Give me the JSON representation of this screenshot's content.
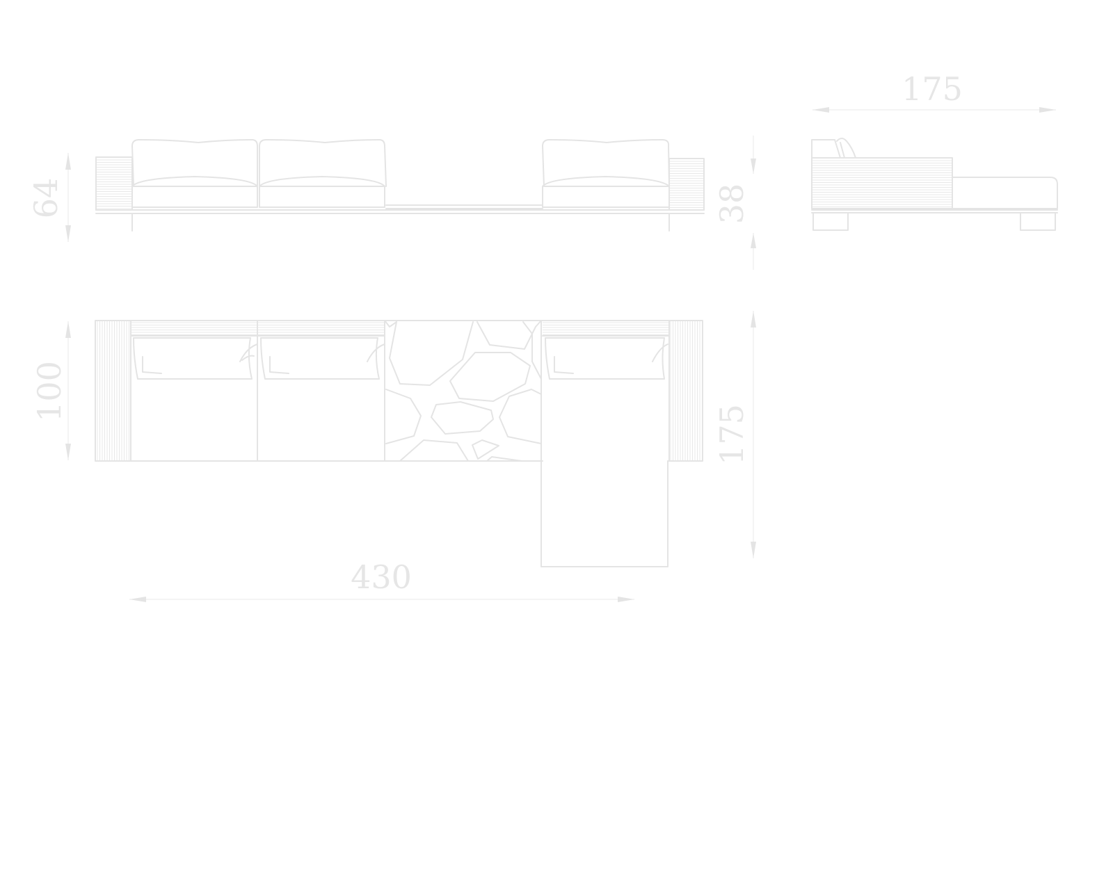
{
  "drawing": {
    "title": "Sofa dimension drawing",
    "line_color": "#e4e4e4",
    "units": "cm",
    "dimensions": {
      "side_depth": "175",
      "front_height": "64",
      "seat_height": "38",
      "plan_depth": "100",
      "chaise_depth": "175",
      "overall_width": "430"
    }
  }
}
